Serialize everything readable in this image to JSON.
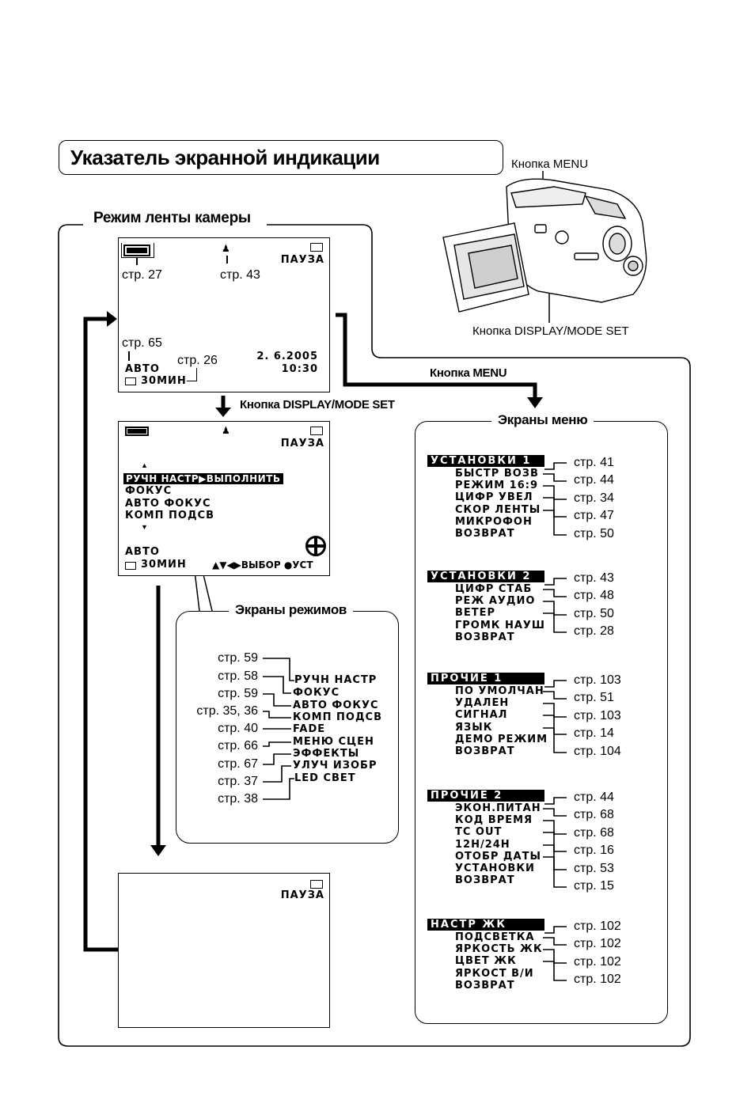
{
  "title": "Указатель экранной индикации",
  "camera": {
    "menu_button": "Кнопка MENU",
    "display_button": "Кнопка DISPLAY/MODE SET"
  },
  "tape_mode": {
    "label": "Режим ленты камеры",
    "screen1": {
      "pause": "ПАУЗА",
      "ref_battery": "стр. 27",
      "ref_person": "стр. 43",
      "ref_auto": "стр. 65",
      "auto": "АВТО",
      "ref_time": "стр. 26",
      "time_left": "30МИН",
      "date": "2. 6.2005",
      "clock": "10:30"
    },
    "display_mode_set": "Кнопка DISPLAY/MODE SET",
    "menu_arrow_label": "Кнопка MENU",
    "screen2": {
      "pause": "ПАУЗА",
      "highlight": "РУЧН НАСТР▶ВЫПОЛНИТЬ",
      "items": [
        "ФОКУС",
        "АВТО ФОКУС",
        "КОМП ПОДСВ"
      ],
      "auto": "АВТО",
      "time_left": "30МИН",
      "nav": "▲▼◀▶ВЫБОР ●УСТ"
    },
    "screen3": {
      "pause": "ПАУЗА"
    }
  },
  "mode_screens": {
    "label": "Экраны режимов",
    "rows": [
      {
        "ref": "стр. 59",
        "item": "РУЧН НАСТР"
      },
      {
        "ref": "стр. 58",
        "item": "ФОКУС"
      },
      {
        "ref": "стр. 59",
        "item": "АВТО ФОКУС"
      },
      {
        "ref": "стр. 35, 36",
        "item": "КОМП ПОДСВ"
      },
      {
        "ref": "стр. 40",
        "item": "FADE"
      },
      {
        "ref": "стр. 66",
        "item": "МЕНЮ СЦЕН"
      },
      {
        "ref": "стр. 67",
        "item": "ЭФФЕКТЫ"
      },
      {
        "ref": "стр. 37",
        "item": "УЛУЧ ИЗОБР"
      },
      {
        "ref": "стр. 38",
        "item": "LED СВЕТ"
      }
    ]
  },
  "menu_screens": {
    "label": "Экраны меню",
    "groups": [
      {
        "header": "УСТАНОВКИ 1",
        "header_ref": "стр. 41",
        "items": [
          {
            "name": "БЫСТР ВОЗВ",
            "ref": "стр. 44"
          },
          {
            "name": "РЕЖИМ 16:9",
            "ref": "стр. 34"
          },
          {
            "name": "ЦИФР УВЕЛ",
            "ref": "стр. 47"
          },
          {
            "name": "СКОР ЛЕНТЫ",
            "ref": "стр. 50"
          },
          {
            "name": "МИКРОФОН",
            "ref": ""
          },
          {
            "name": "ВОЗВРАТ",
            "ref": ""
          }
        ]
      },
      {
        "header": "УСТАНОВКИ 2",
        "header_ref": "стр. 43",
        "items": [
          {
            "name": "ЦИФР СТАБ",
            "ref": "стр. 48"
          },
          {
            "name": "РЕЖ АУДИО",
            "ref": "стр. 50"
          },
          {
            "name": "ВЕТЕР",
            "ref": "стр. 28"
          },
          {
            "name": "ГРОМК НАУШ",
            "ref": ""
          },
          {
            "name": "ВОЗВРАТ",
            "ref": ""
          }
        ]
      },
      {
        "header": "ПРОЧИЕ 1",
        "header_ref": "стр. 103",
        "items": [
          {
            "name": "ПО УМОЛЧАН",
            "ref": "стр. 51"
          },
          {
            "name": "УДАЛЕН",
            "ref": "стр. 103"
          },
          {
            "name": "СИГНАЛ",
            "ref": "стр. 14"
          },
          {
            "name": "ЯЗЫК",
            "ref": "стр. 104"
          },
          {
            "name": "ДЕМО РЕЖИМ",
            "ref": ""
          },
          {
            "name": "ВОЗВРАТ",
            "ref": ""
          }
        ]
      },
      {
        "header": "ПРОЧИЕ 2",
        "header_ref": "стр. 44",
        "items": [
          {
            "name": "ЭКОН.ПИТАН",
            "ref": "стр. 68"
          },
          {
            "name": "КОД ВРЕМЯ",
            "ref": "стр. 68"
          },
          {
            "name": "TC OUT",
            "ref": "стр. 16"
          },
          {
            "name": "12H/24H",
            "ref": "стр. 53"
          },
          {
            "name": "ОТОБР ДАТЫ",
            "ref": "стр. 15"
          },
          {
            "name": "УСТАНОВКИ",
            "ref": ""
          },
          {
            "name": "ВОЗВРАТ",
            "ref": ""
          }
        ]
      },
      {
        "header": "НАСТР ЖК",
        "header_ref": "стр. 102",
        "items": [
          {
            "name": "ПОДСВЕТКА",
            "ref": "стр. 102"
          },
          {
            "name": "ЯРКОСТЬ ЖК",
            "ref": "стр. 102"
          },
          {
            "name": "ЦВЕТ ЖК",
            "ref": "стр. 102"
          },
          {
            "name": "ЯРКОСТ В/И",
            "ref": ""
          },
          {
            "name": "ВОЗВРАТ",
            "ref": ""
          }
        ]
      }
    ]
  }
}
